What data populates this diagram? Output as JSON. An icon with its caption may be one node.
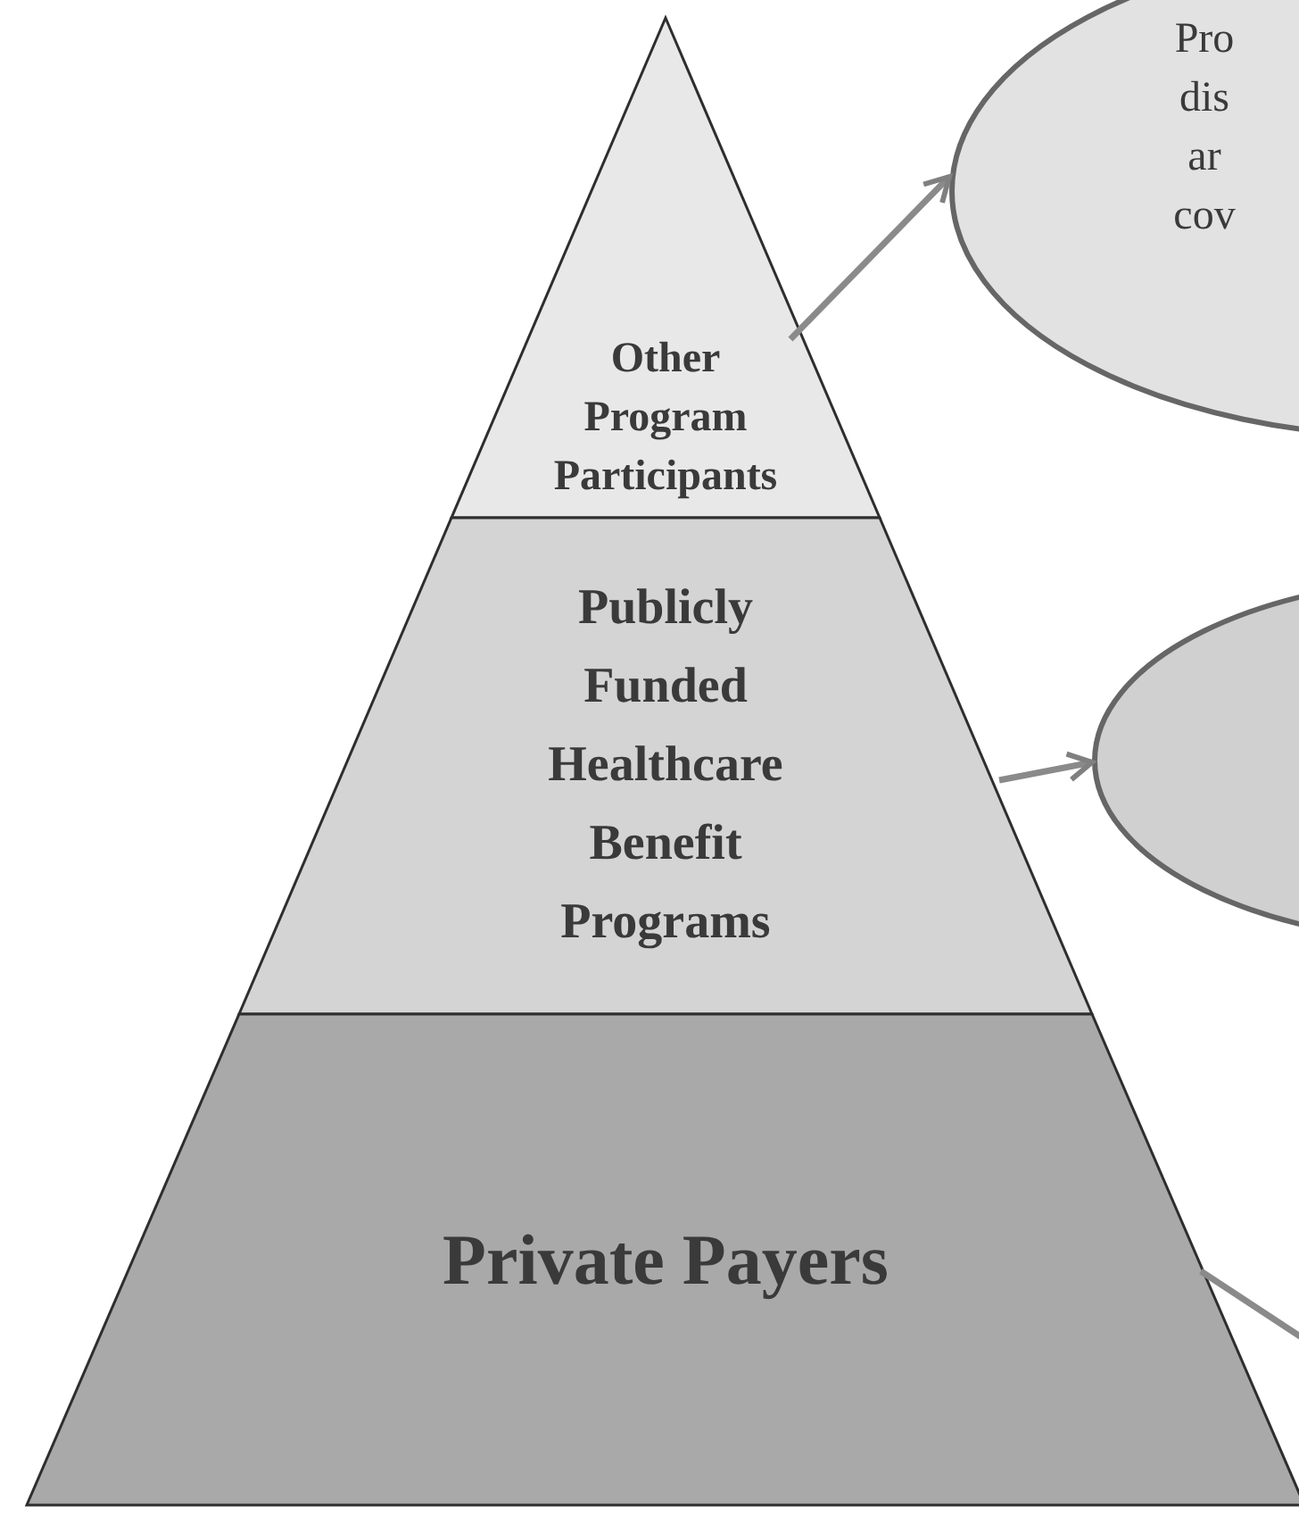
{
  "diagram": {
    "nodes": [
      {
        "text": [
          "Other Program Participants"
        ]
      },
      {
        "text": [
          "Publicly Funded Healthcare Benefit Programs"
        ]
      },
      {
        "text": [
          "Private Payers"
        ]
      },
      {
        "text": [
          "Pro dis ar cov"
        ]
      },
      {
        "text": [],
        "shape": "ellipse"
      }
    ],
    "edges": [
      {
        "from": 0,
        "to": 3,
        "arrow": "to"
      },
      {
        "from": 1,
        "to": 4,
        "arrow": "to"
      },
      {
        "from": 2,
        "to": null,
        "arrow": "none"
      }
    ]
  }
}
